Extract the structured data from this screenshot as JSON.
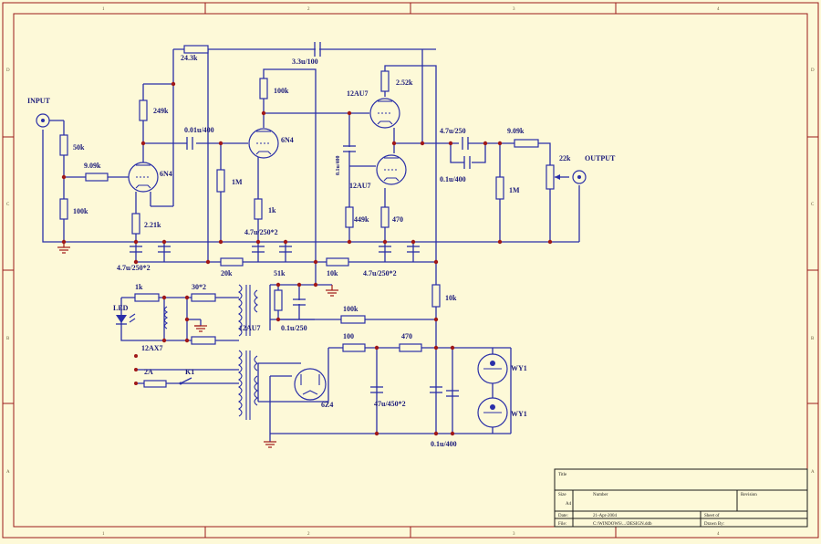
{
  "schematic": {
    "labels": {
      "input": "INPUT",
      "output": "OUTPUT",
      "r_50k": "50k",
      "r_909k_in": "9.09k",
      "r_100k_in": "100k",
      "tube_6n4_a": "6N4",
      "r_249k": "249k",
      "r_221k": "2.21k",
      "c_47u_250x2_a": "4.7u/250*2",
      "r_243k": "24.3k",
      "c_33u_100": "3.3u/100",
      "c_001u_400": "0.01u/400",
      "r_100k_plate": "100k",
      "tube_6n4_b": "6N4",
      "r_1m_grid": "1M",
      "r_1k": "1k",
      "c_47u_250x2_b": "4.7u/250*2",
      "tube_12au7_top": "12AU7",
      "r_252k": "2.52k",
      "c_01u_400_v": "0.1u/400",
      "tube_12au7_bot": "12AU7",
      "r_449k": "449k",
      "r_470_cath": "470",
      "c_47u_250": "4.7u/250",
      "c_01u_400_b": "0.1u/400",
      "r_1m_out": "1M",
      "r_909k_out": "9.09k",
      "pot_22k": "22k",
      "r_20k": "20k",
      "r_51k": "51k",
      "r_10k_h": "10k",
      "c_47u_250x2_c": "4.7u/250*2",
      "r_10k_v": "10k",
      "r_1k_led": "1k",
      "r_30x2": "30*2",
      "led": "LED",
      "heater_12ax7": "12AX7",
      "heater_12au7": "12AU7",
      "c_01u_250": "0.1u/250",
      "r_100k_sup": "100k",
      "fuse_2a": "2A",
      "switch_k1": "K1",
      "r_100": "100",
      "r_470_sup": "470",
      "rect_6z4": "6Z4",
      "c_47u_450x2": "47u/450*2",
      "c_01u_400_c": "0.1u/400",
      "reg_wy1_a": "WY1",
      "reg_wy1_b": "WY1"
    },
    "title_block": {
      "title_label": "Title",
      "size_label": "Size",
      "size_value": "A4",
      "number_label": "Number",
      "revision_label": "Revision",
      "date_label": "Date:",
      "date_value": "21-Apr-2004",
      "sheet_label": "Sheet of",
      "file_label": "File:",
      "file_value": "C:\\WINDOWS\\...\\DESIGN.ddb",
      "drawn_label": "Drawn By:"
    },
    "zone_markers": {
      "top": [
        "1",
        "2",
        "3",
        "4"
      ],
      "bottom": [
        "1",
        "2",
        "3",
        "4"
      ],
      "left": [
        "D",
        "C",
        "B",
        "A"
      ],
      "right": [
        "D",
        "C",
        "B",
        "A"
      ]
    },
    "colors": {
      "background": "#fdf9d8",
      "wire": "#2a2fa8",
      "junction": "#a01818",
      "frame": "#9a1a1a"
    }
  }
}
